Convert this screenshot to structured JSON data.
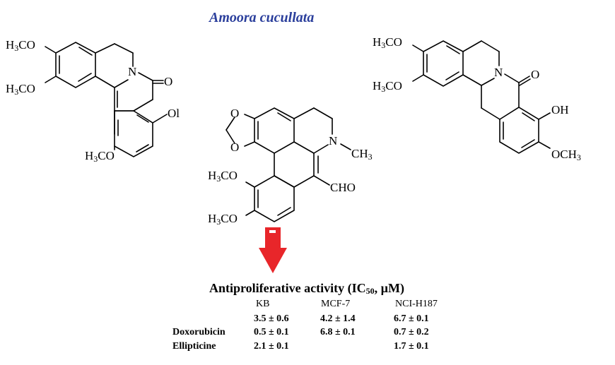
{
  "title": "Amoora cucullata",
  "structures": {
    "left": {
      "ome_top": [
        "H",
        "3",
        "CO"
      ],
      "ome_mid": [
        "H",
        "3",
        "CO"
      ],
      "ome_bottom": [
        "H",
        "3",
        "CO"
      ],
      "n": "N",
      "o": "O",
      "oh_fragment": "Ol"
    },
    "middle": {
      "o_top": "O",
      "o_bottom": "O",
      "n": "N",
      "nme": [
        "CH",
        "3"
      ],
      "ome_top": [
        "H",
        "3",
        "CO"
      ],
      "ome_bottom": [
        "H",
        "3",
        "CO"
      ],
      "cho": "CHO"
    },
    "right": {
      "ome_top": [
        "H",
        "3",
        "CO"
      ],
      "ome_mid": [
        "H",
        "3",
        "CO"
      ],
      "n": "N",
      "o": "O",
      "oh": "OH",
      "och3": [
        "OCH",
        "3"
      ]
    }
  },
  "activity_table": {
    "title_prefix": "Antiproliferative activity (IC",
    "title_sub": "50",
    "title_suffix": ", µM)",
    "columns": [
      "KB",
      "MCF-7",
      "NCI-H187"
    ],
    "rows": [
      {
        "label": "",
        "values": [
          "3.5 ± 0.6",
          "4.2 ± 1.4",
          "6.7 ± 0.1"
        ]
      },
      {
        "label": "Doxorubicin",
        "values": [
          "0.5 ± 0.1",
          "6.8 ± 0.1",
          "0.7 ± 0.2"
        ]
      },
      {
        "label": "Ellipticine",
        "values": [
          "2.1 ± 0.1",
          "",
          "1.7 ± 0.1"
        ]
      }
    ]
  },
  "colors": {
    "title": "#2b3f9c",
    "arrow": "#e8262a",
    "bond": "#000000"
  }
}
